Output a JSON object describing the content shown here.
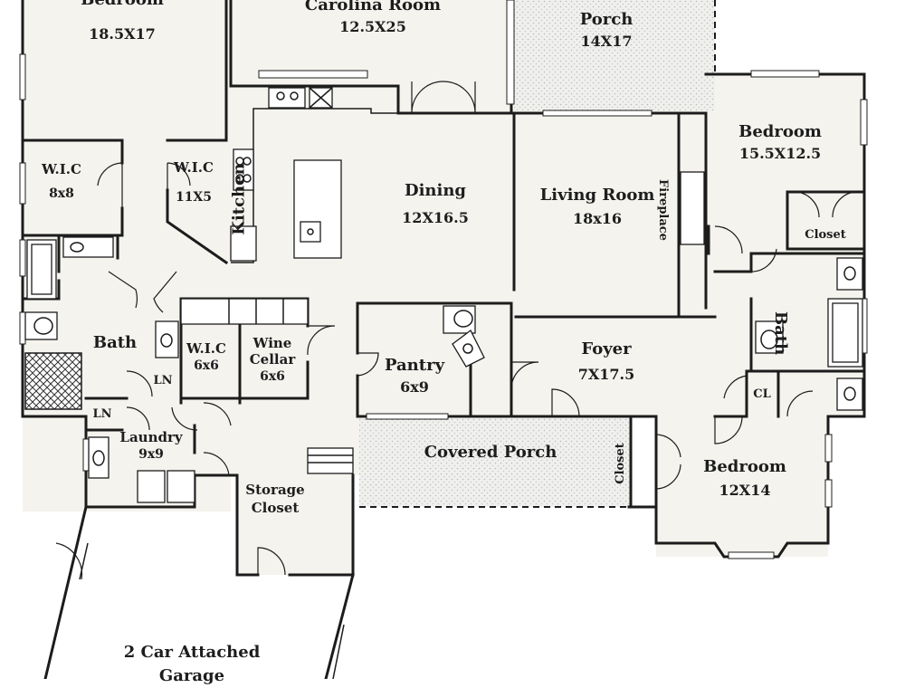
{
  "rooms": {
    "bedroom_main": {
      "name": "Bedroom",
      "size": "18.5X17"
    },
    "carolina": {
      "name": "Carolina Room",
      "size": "12.5X25"
    },
    "porch": {
      "name": "Porch",
      "size": "14X17"
    },
    "bedroom_ne": {
      "name": "Bedroom",
      "size": "15.5X12.5"
    },
    "wic_left": {
      "name": "W.I.C",
      "size": "8x8"
    },
    "wic_right": {
      "name": "W.I.C",
      "size": "11X5"
    },
    "kitchen": {
      "name": "Kitchen"
    },
    "dining": {
      "name": "Dining",
      "size": "12X16.5"
    },
    "living": {
      "name": "Living Room",
      "size": "18x16"
    },
    "fireplace": {
      "name": "Fireplace"
    },
    "closet_ne": {
      "name": "Closet"
    },
    "bath_left": {
      "name": "Bath"
    },
    "bath_right": {
      "name": "Bath"
    },
    "wic_small": {
      "name": "W.I.C",
      "size": "6x6"
    },
    "wine": {
      "name": "Wine Cellar",
      "size": "6x6"
    },
    "pantry": {
      "name": "Pantry",
      "size": "6x9"
    },
    "foyer": {
      "name": "Foyer",
      "size": "7X17.5"
    },
    "ln1": {
      "name": "LN"
    },
    "ln2": {
      "name": "LN"
    },
    "cl": {
      "name": "CL"
    },
    "laundry": {
      "name": "Laundry",
      "size": "9x9"
    },
    "covered_porch": {
      "name": "Covered Porch"
    },
    "closet_se": {
      "name": "Closet"
    },
    "bedroom_se": {
      "name": "Bedroom",
      "size": "12X14"
    },
    "storage": {
      "name": "Storage Closet"
    },
    "garage": {
      "name": "2 Car Attached Garage"
    }
  }
}
